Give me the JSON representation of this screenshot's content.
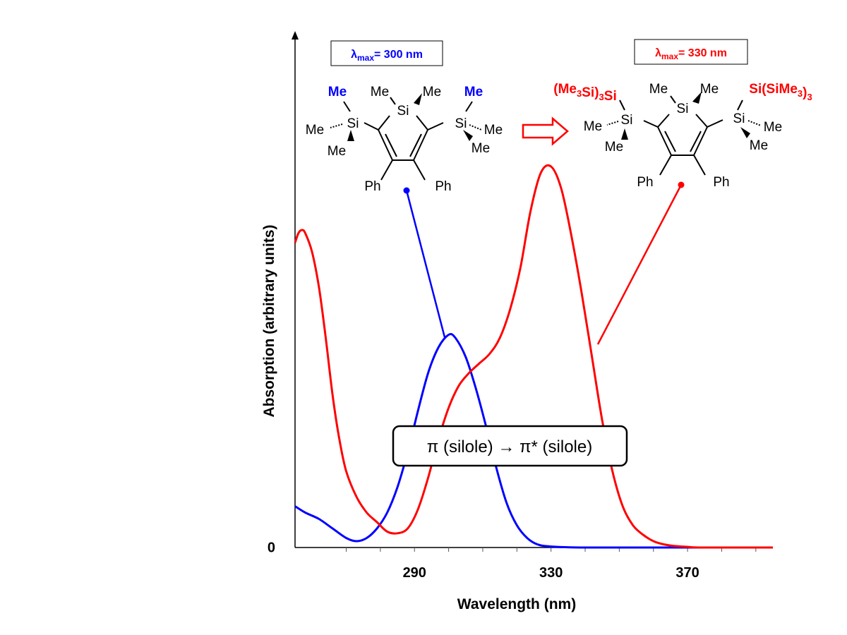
{
  "chart_data": {
    "type": "line",
    "xlabel": "Wavelength (nm)",
    "ylabel": "Absorption (arbitrary units)",
    "xlim": [
      255,
      395
    ],
    "ylim": [
      0,
      1.0
    ],
    "x_ticks": [
      290,
      330,
      370
    ],
    "y_tick_label": "0",
    "grid": false,
    "series": [
      {
        "color": "#0000ff",
        "x": [
          255,
          258,
          262,
          266,
          270,
          273,
          276,
          279,
          282,
          285,
          288,
          291,
          294,
          297,
          300,
          302,
          305,
          308,
          311,
          314,
          317,
          320,
          323,
          326,
          330,
          340,
          360,
          395
        ],
        "y": [
          0.13,
          0.11,
          0.09,
          0.06,
          0.03,
          0.02,
          0.03,
          0.06,
          0.11,
          0.19,
          0.3,
          0.43,
          0.55,
          0.63,
          0.67,
          0.66,
          0.6,
          0.5,
          0.38,
          0.25,
          0.14,
          0.07,
          0.03,
          0.01,
          0.003,
          0.0,
          0.0,
          0.0
        ]
      },
      {
        "color": "#ff0000",
        "x": [
          255,
          256,
          257,
          258,
          260,
          262,
          264,
          266,
          268,
          270,
          273,
          276,
          279,
          282,
          285,
          288,
          291,
          294,
          297,
          300,
          303,
          306,
          309,
          312,
          315,
          318,
          321,
          324,
          327,
          330,
          333,
          336,
          339,
          342,
          345,
          348,
          351,
          354,
          357,
          360,
          363,
          366,
          370,
          375,
          395
        ],
        "y": [
          0.96,
          0.99,
          1.0,
          0.99,
          0.93,
          0.82,
          0.66,
          0.48,
          0.34,
          0.24,
          0.16,
          0.11,
          0.08,
          0.05,
          0.045,
          0.06,
          0.12,
          0.22,
          0.34,
          0.44,
          0.51,
          0.55,
          0.58,
          0.61,
          0.66,
          0.75,
          0.88,
          1.06,
          1.18,
          1.2,
          1.13,
          0.98,
          0.8,
          0.6,
          0.4,
          0.24,
          0.13,
          0.07,
          0.04,
          0.02,
          0.01,
          0.005,
          0.002,
          0.0,
          0.0
        ]
      }
    ],
    "annotation": "π (silole) → π* (silole)",
    "compounds": [
      {
        "color": "#0000ff",
        "lambda_label": "λ",
        "lambda_sub": "max",
        "lambda_value": "= 300 nm",
        "substituent_left": "Me",
        "substituent_right": "Me"
      },
      {
        "color": "#ff0000",
        "lambda_label": "λ",
        "lambda_sub": "max",
        "lambda_value": "= 330 nm",
        "substituent_left": "(Me3Si)3Si",
        "substituent_right": "Si(SiMe3)3"
      }
    ],
    "structure_labels": {
      "si": "Si",
      "me": "Me",
      "ph": "Ph"
    }
  }
}
